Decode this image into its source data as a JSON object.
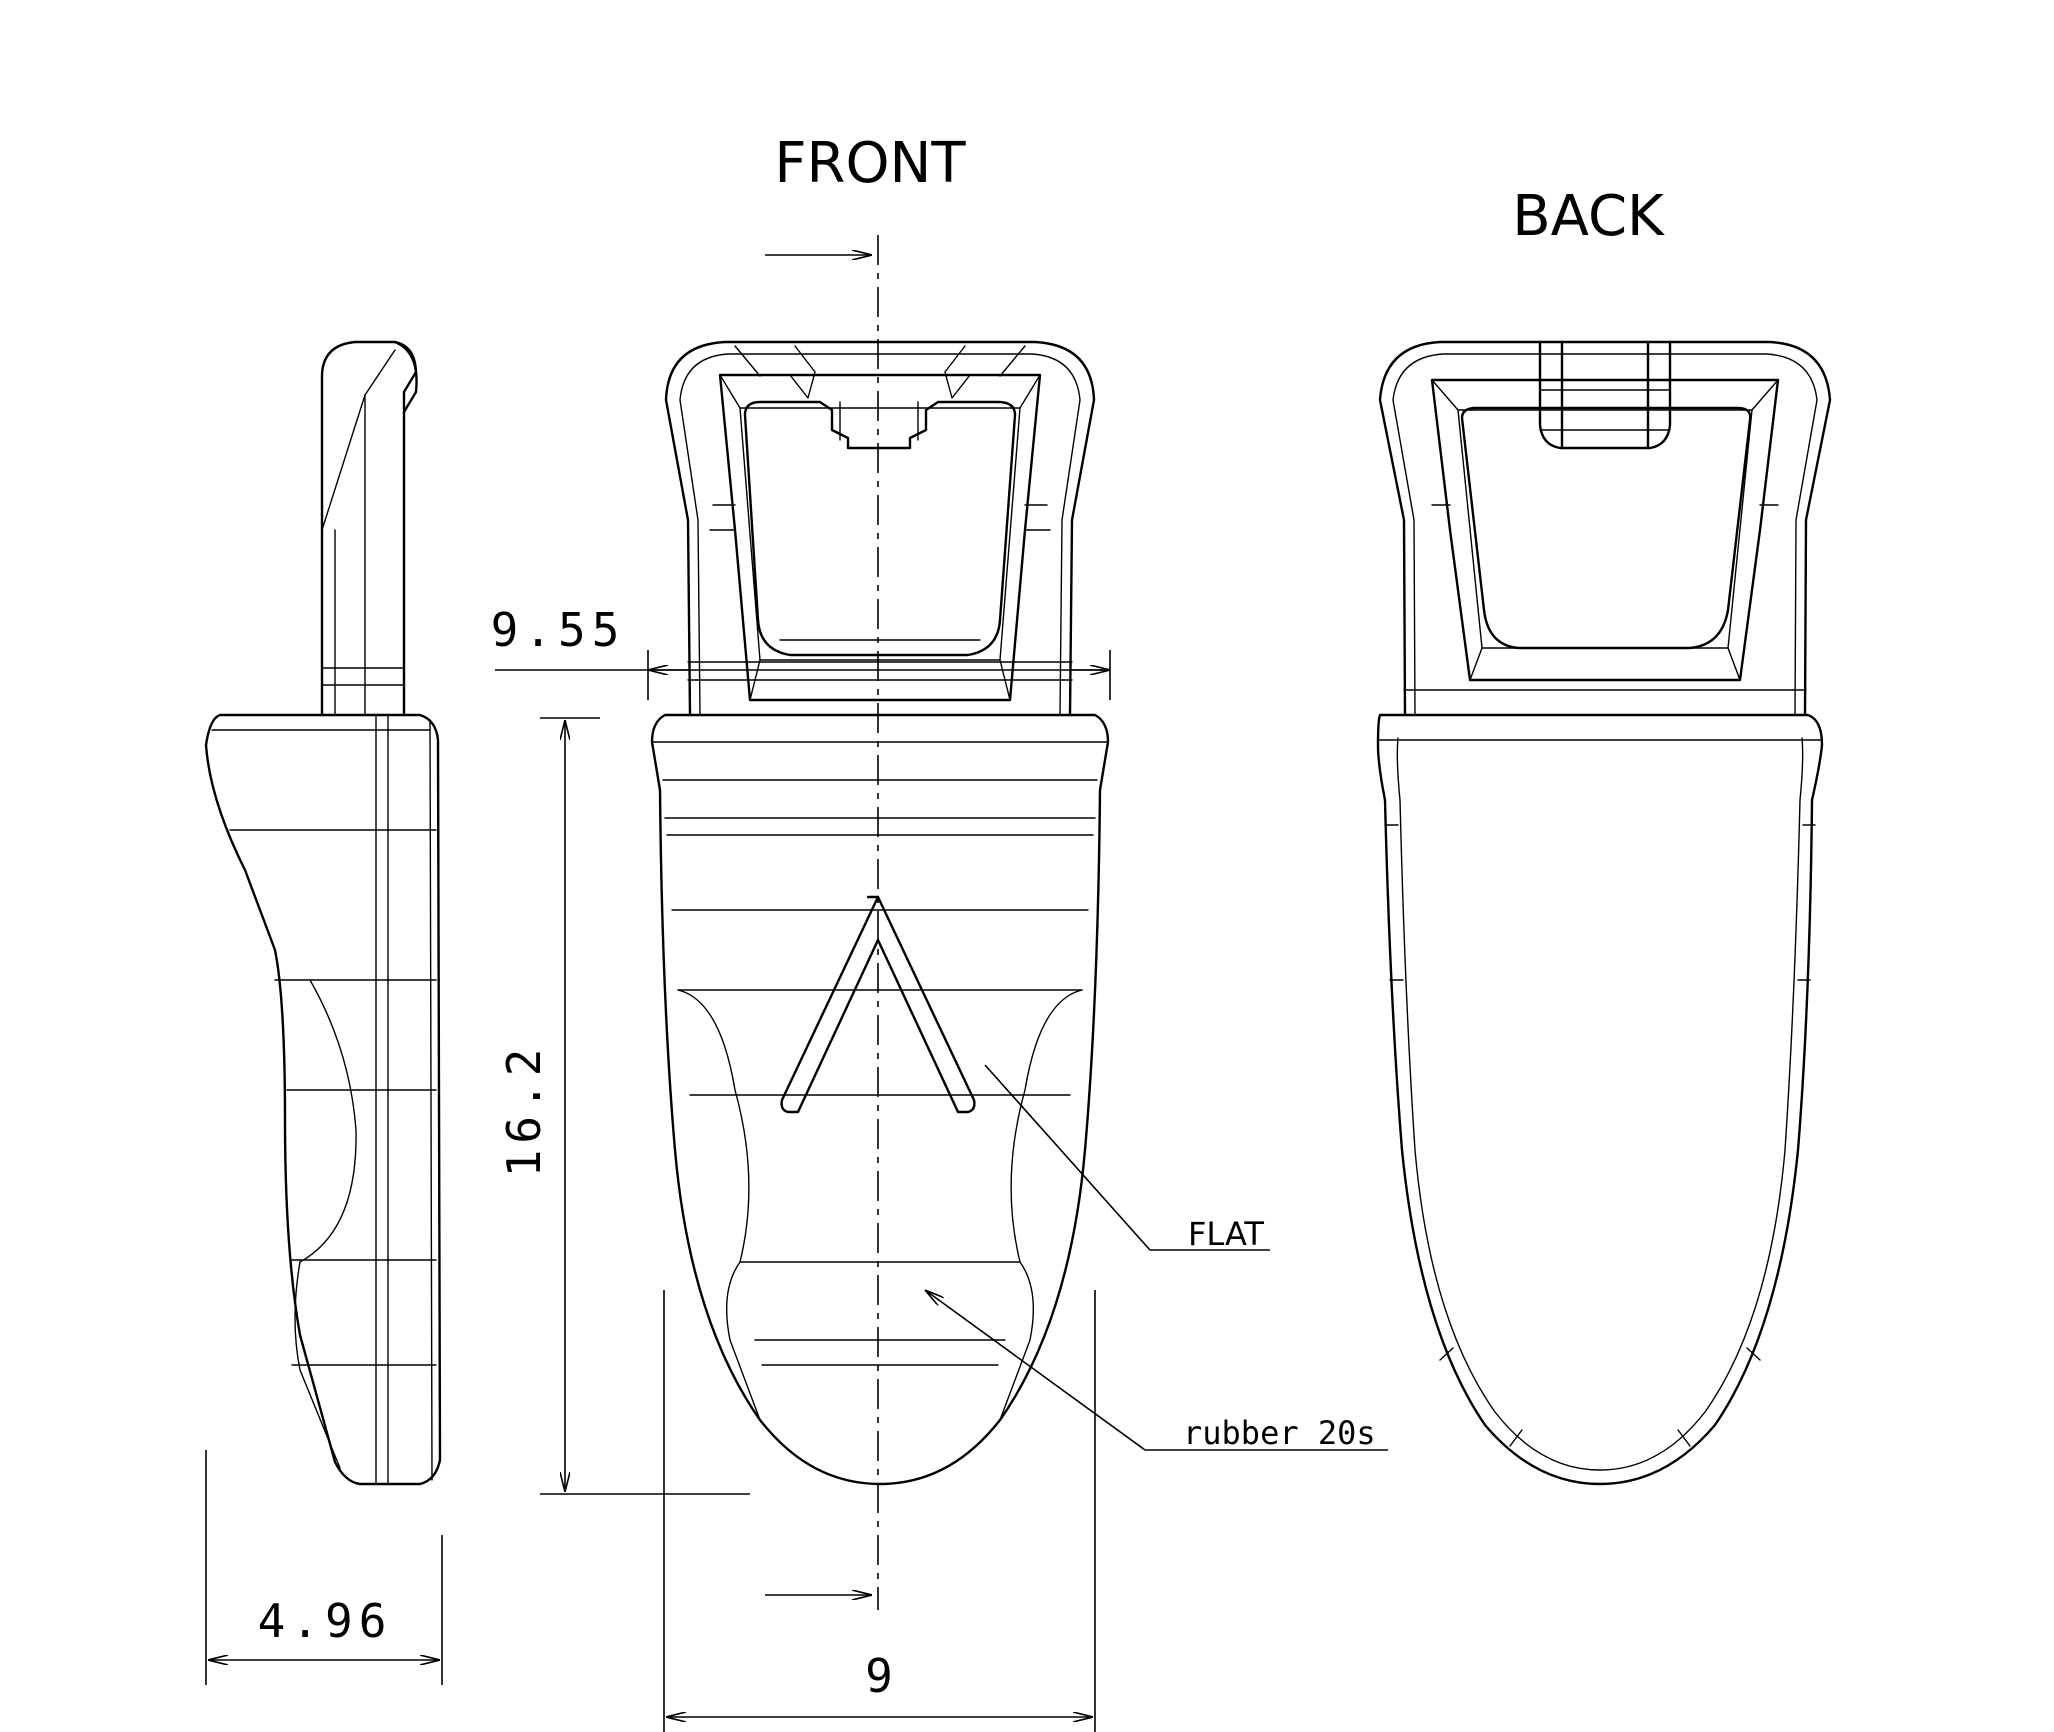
{
  "views": {
    "front": "FRONT",
    "back": "BACK"
  },
  "dimensions": {
    "top_width": "9.55",
    "body_length": "16.2",
    "side_thickness": "4.96",
    "body_width": "9"
  },
  "callouts": {
    "flat": "FLAT",
    "material": "rubber 20s"
  }
}
